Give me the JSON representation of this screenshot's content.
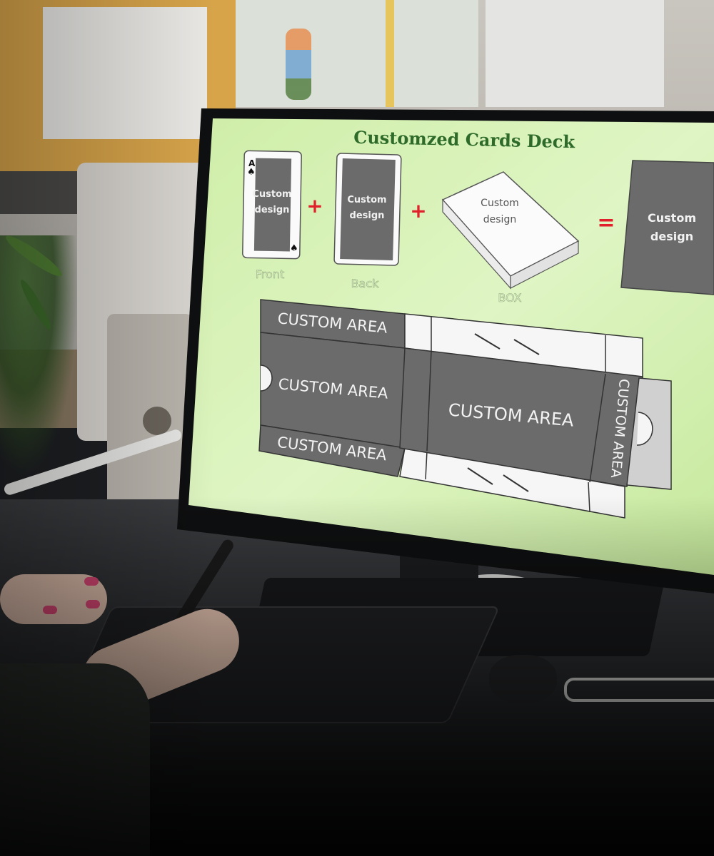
{
  "screen": {
    "title": "Customzed Cards Deck",
    "colors": {
      "background": "#d6f0b4",
      "title": "#2e6b2b",
      "card_panel": "#6b6b6b",
      "operator": "#e0202a",
      "label": "#e9f5d9"
    },
    "front_card": {
      "design": "Custom\ndesign",
      "caption": "Front",
      "suit": "spade-icon"
    },
    "back_card": {
      "design": "Custom\ndesign",
      "caption": "Back"
    },
    "box": {
      "design": "Custom\ndesign",
      "caption": "BOX"
    },
    "result": {
      "design": "Custom\ndesign"
    },
    "operators": {
      "plus_1": "+",
      "plus_2": "+",
      "equals": "="
    },
    "dieline": {
      "top_flap": "CUSTOM AREA",
      "left_panel": "CUSTOM AREA",
      "bottom_flap": "CUSTOM AREA",
      "main_panel": "CUSTOM AREA",
      "side_panel": "CUSTOM AREA"
    }
  }
}
